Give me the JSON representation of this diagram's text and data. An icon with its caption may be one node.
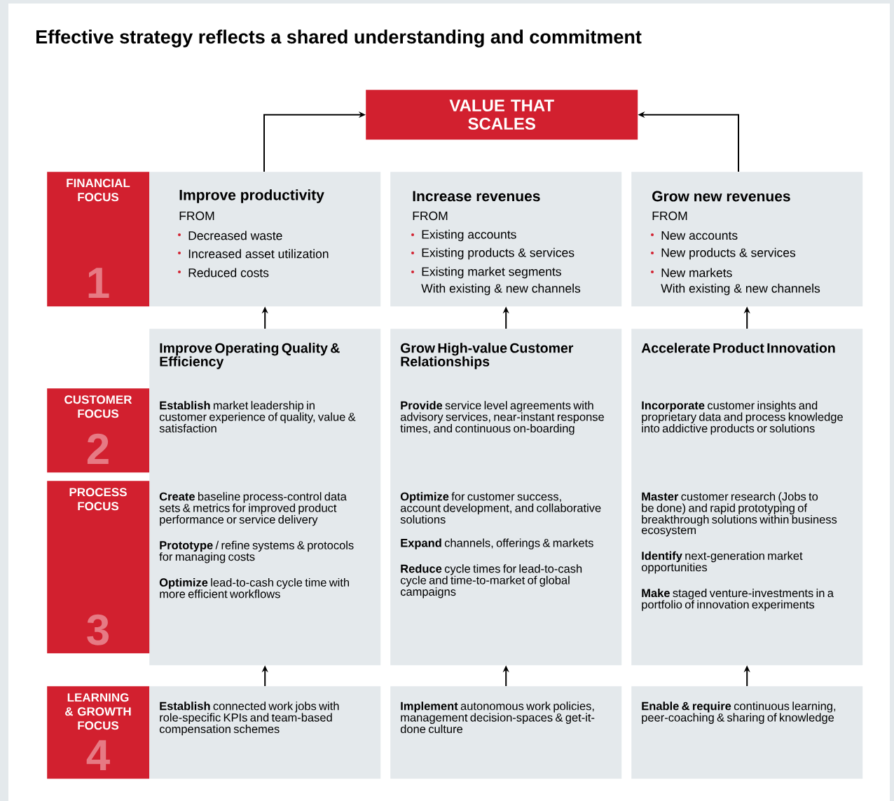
{
  "diagram": {
    "title": "Effective strategy reflects a shared understanding and commitment",
    "nodes": [
      {
        "text": [
          "VALUE THAT SCALES"
        ]
      },
      {
        "text": [
          "FINANCIAL FOCUS",
          "1"
        ]
      },
      {
        "text": [
          "Improve productivity",
          "FROM",
          "Decreased waste",
          "Increased asset utilization",
          "Reduced costs"
        ]
      },
      {
        "text": [
          "Increase revenues",
          "FROM",
          "Existing accounts",
          "Existing products & services",
          "Existing market segments",
          "With existing & new channels"
        ]
      },
      {
        "text": [
          "Grow new revenues",
          "FROM",
          "New accounts",
          "New products & services",
          "New markets",
          "With existing & new channels"
        ]
      },
      {
        "text": [
          "CUSTOMER FOCUS",
          "2"
        ]
      },
      {
        "text": [
          "Improve Operating Quality & Efficiency",
          "**Establish** market leadership in customer experience of quality, value & satisfaction",
          "**Create** baseline process-control data sets & metrics for improved product performance or service delivery",
          "**Prototype** / refine systems & protocols for managing costs",
          "**Optimize** lead-to-cash cycle time with more efficient workflows"
        ]
      },
      {
        "text": [
          "Grow High-value Customer Relationships",
          "**Provide** service level agreements with advisory services, near-instant response times, and continuous on-boarding",
          "**Optimize** for customer success, account development, and collaborative solutions",
          "**Expand** channels, offerings & markets",
          "**Reduce** cycle times for lead-to-cash cycle and time-to-market of global campaigns"
        ]
      },
      {
        "text": [
          "Accelerate Product Innovation",
          "**Incorporate** customer insights and proprietary data and process knowledge into addictive products or solutions",
          "**Master** customer research (Jobs to be done) and rapid prototyping of breakthrough solutions within business ecosystem",
          "**Identify** next-generation market opportunities",
          "**Make** staged venture-investments in a portfolio of innovation experiments"
        ]
      },
      {
        "text": [
          "PROCESS FOCUS",
          "3"
        ]
      },
      {
        "text": [
          "LEARNING & GROWTH FOCUS",
          "4"
        ]
      },
      {
        "text": [
          "**Establish** connected work jobs with role-specific KPIs and team-based compensation schemes"
        ]
      },
      {
        "text": [
          "**Implement** autonomous work policies, management decision-spaces & get-it-done culture"
        ]
      },
      {
        "text": [
          "**Enable & require** continuous learning, peer-coaching & sharing of knowledge"
        ]
      }
    ],
    "edges": [
      {
        "from": 2,
        "to": 0,
        "arrow": "to"
      },
      {
        "from": 4,
        "to": 0,
        "arrow": "to"
      },
      {
        "from": 6,
        "to": 2,
        "arrow": "to"
      },
      {
        "from": 7,
        "to": 3,
        "arrow": "to"
      },
      {
        "from": 8,
        "to": 4,
        "arrow": "to"
      },
      {
        "from": 11,
        "to": 6,
        "arrow": "to"
      },
      {
        "from": 12,
        "to": 7,
        "arrow": "to"
      },
      {
        "from": 13,
        "to": 8,
        "arrow": "to"
      }
    ]
  }
}
